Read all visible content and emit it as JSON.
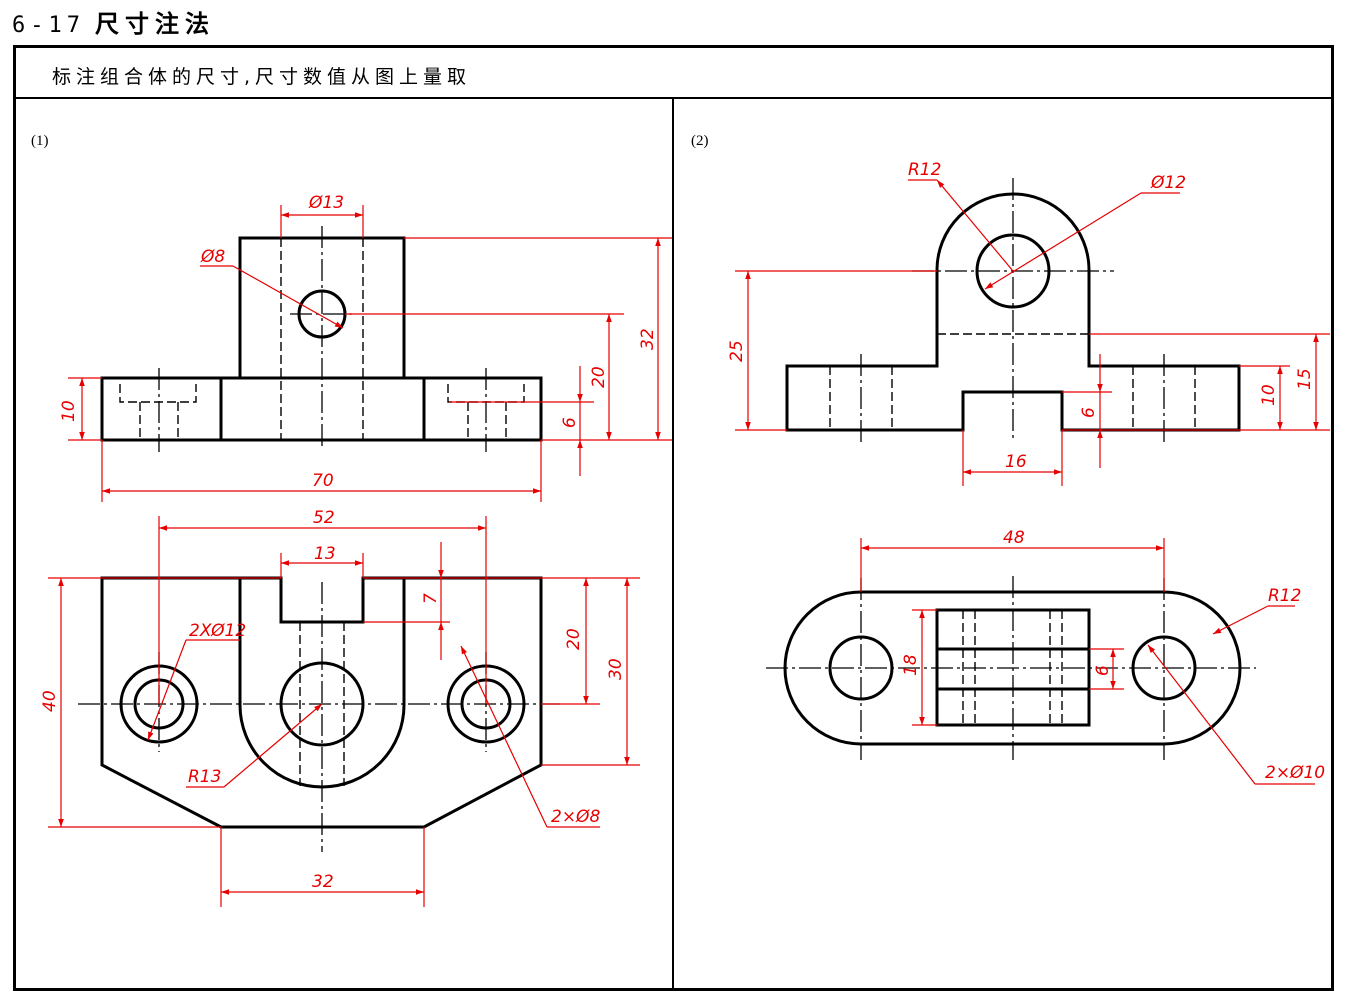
{
  "header": {
    "number": "6-17",
    "title": "尺寸注法"
  },
  "instruction": "标注组合体的尺寸,尺寸数值从图上量取",
  "panels": [
    {
      "label": "(1)",
      "dimensions": [
        "Ø13",
        "Ø8",
        "10",
        "70",
        "6",
        "20",
        "32",
        "52",
        "13",
        "7",
        "2XØ12",
        "40",
        "20",
        "30",
        "R13",
        "2×Ø8",
        "32"
      ]
    },
    {
      "label": "(2)",
      "dimensions": [
        "R12",
        "Ø12",
        "25",
        "6",
        "10",
        "15",
        "16",
        "48",
        "R12",
        "18",
        "6",
        "2×Ø10"
      ]
    }
  ],
  "colors": {
    "dimension": "#e60000",
    "outline": "#000000"
  }
}
